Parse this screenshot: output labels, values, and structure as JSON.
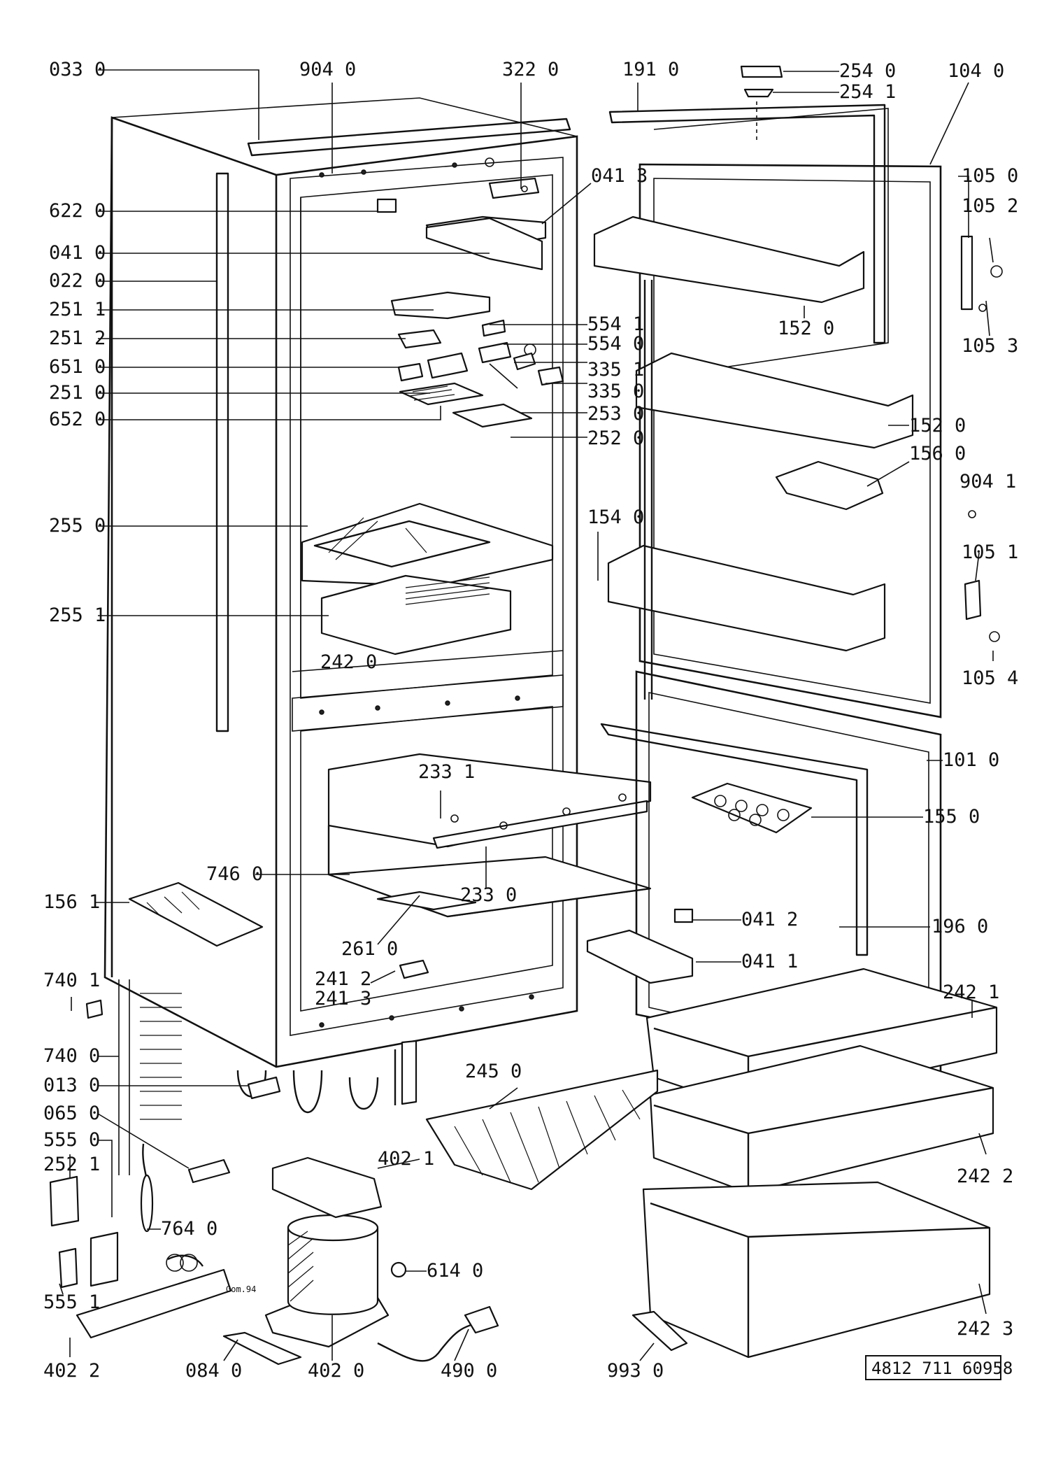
{
  "diagram": {
    "document_number": "4812 711 60958",
    "sketch_note": "Gom.94",
    "callouts": [
      "033 0",
      "904 0",
      "322 0",
      "191 0",
      "254 0",
      "254 1",
      "104 0",
      "105 0",
      "105 2",
      "105 3",
      "622 0",
      "041 3",
      "041 0",
      "022 0",
      "251 1",
      "554 1",
      "251 2",
      "554 0",
      "651 0",
      "335 1",
      "251 0",
      "335 0",
      "652 0",
      "253 0",
      "252 0",
      "152 0",
      "152 0",
      "156 0",
      "904 1",
      "255 0",
      "154 0",
      "105 1",
      "255 1",
      "242 0",
      "105 4",
      "233 1",
      "101 0",
      "155 0",
      "746 0",
      "233 0",
      "156 1",
      "041 2",
      "196 0",
      "261 0",
      "041 1",
      "241 2",
      "241 3",
      "740 1",
      "242 1",
      "740 0",
      "013 0",
      "245 0",
      "065 0",
      "555 0",
      "402 1",
      "252 1",
      "242 2",
      "764 0",
      "614 0",
      "555 1",
      "242 3",
      "402 2",
      "084 0",
      "402 0",
      "490 0",
      "993 0"
    ]
  }
}
